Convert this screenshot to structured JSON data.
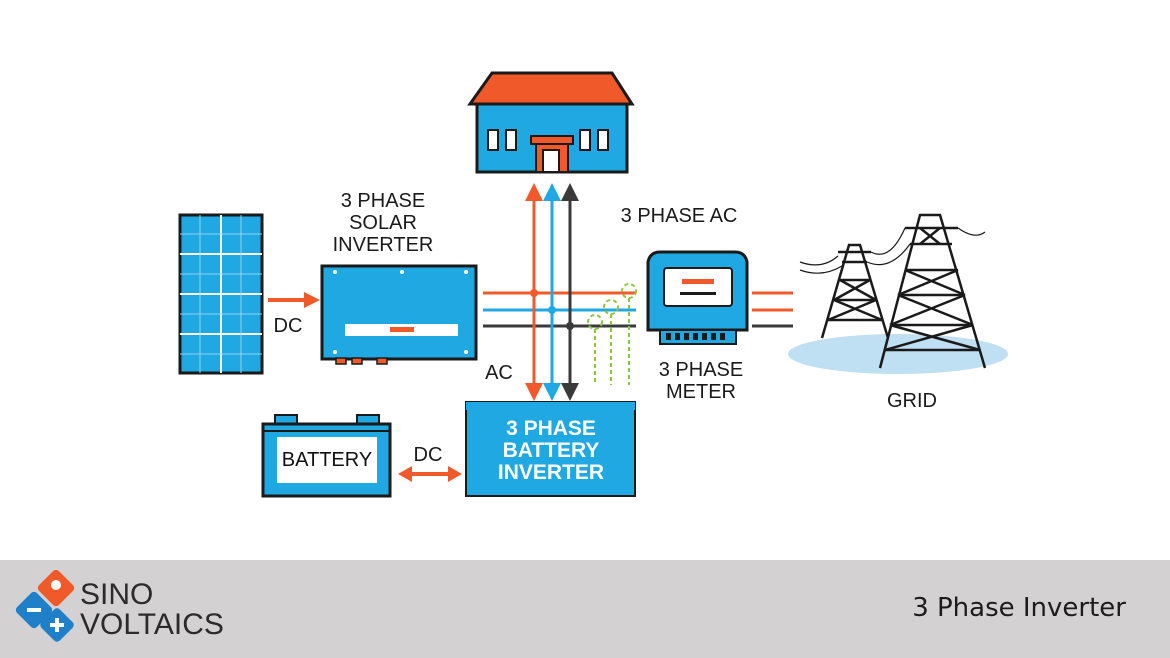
{
  "labels": {
    "solar_inverter": [
      "3 PHASE",
      "SOLAR",
      "INVERTER"
    ],
    "dc_solar": "DC",
    "ac": "AC",
    "three_phase_ac": "3 PHASE AC",
    "meter": [
      "3 PHASE",
      "METER"
    ],
    "grid": "GRID",
    "battery": "BATTERY",
    "dc_battery": "DC",
    "battery_inverter": [
      "3 PHASE",
      "BATTERY",
      "INVERTER"
    ]
  },
  "footer": {
    "logo_line1": "SINO",
    "logo_line2": "VOLTAICS",
    "title": "3 Phase Inverter"
  },
  "colors": {
    "orange": "#f05a2a",
    "blue": "#1fa8e1",
    "dark": "#3a3a3a",
    "green": "#8cc63f",
    "sky": "#bfdff2",
    "footer_bg": "#d3d1d2"
  }
}
